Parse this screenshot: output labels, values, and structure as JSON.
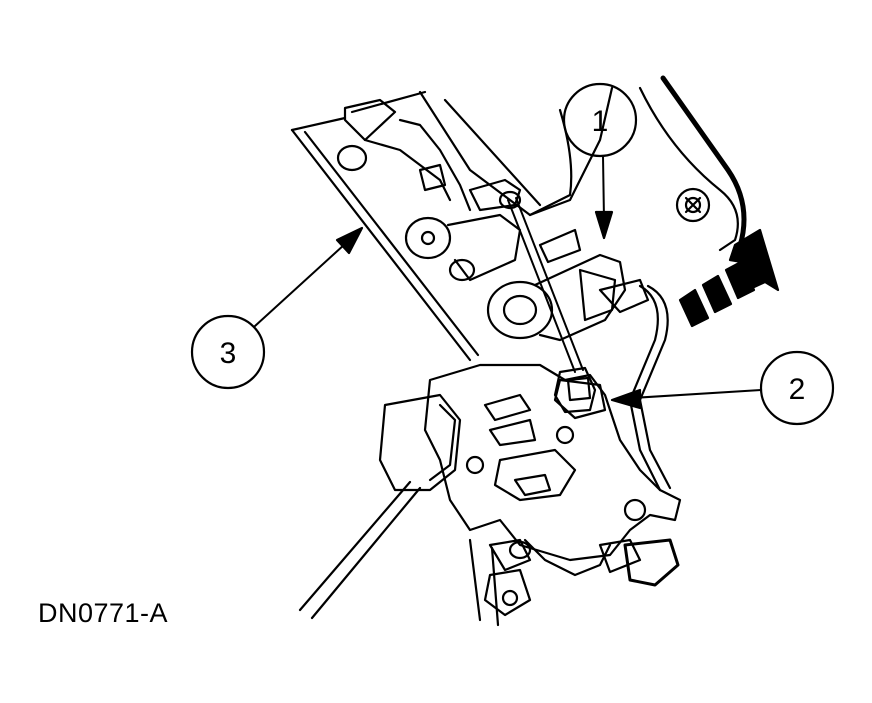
{
  "figure": {
    "id_label": "DN0771-A",
    "callouts": [
      {
        "number": "1"
      },
      {
        "number": "2"
      },
      {
        "number": "3"
      }
    ],
    "colors": {
      "ink": "#000000",
      "paper": "#ffffff"
    }
  }
}
